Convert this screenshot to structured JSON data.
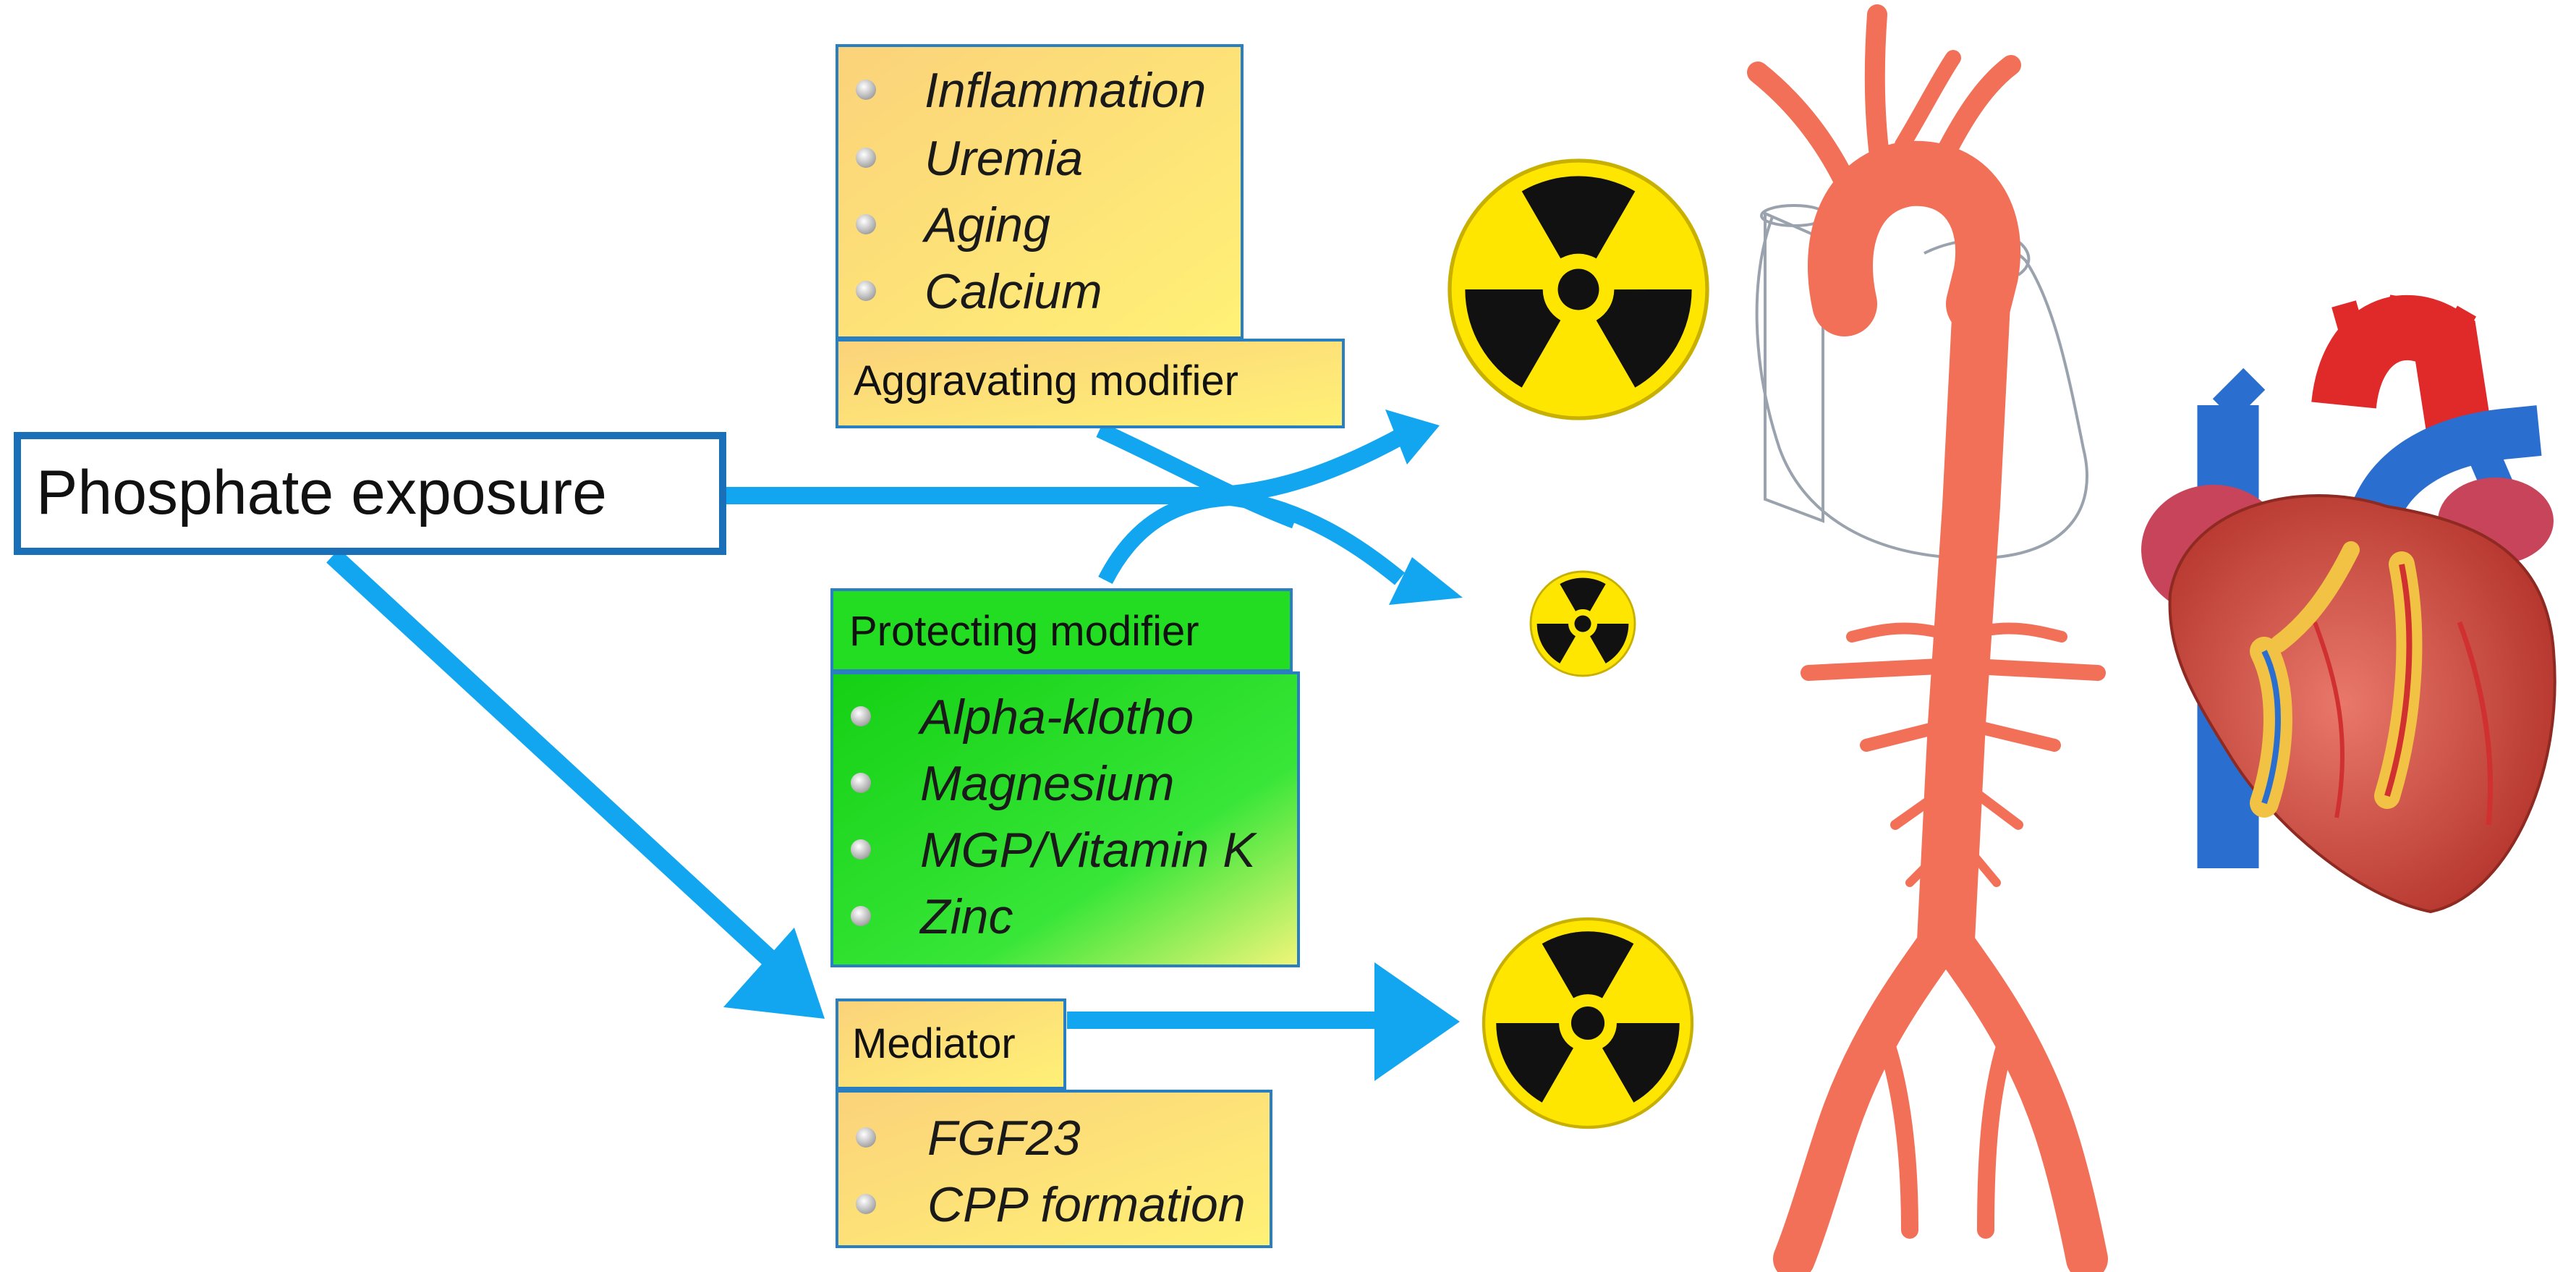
{
  "exposure": {
    "label": "Phosphate exposure"
  },
  "aggravating": {
    "title": "Aggravating modifier",
    "items": [
      "Inflammation",
      "Uremia",
      "Aging",
      "Calcium"
    ]
  },
  "protecting": {
    "title": "Protecting modifier",
    "items": [
      "Alpha-klotho",
      "Magnesium",
      "MGP/Vitamin K",
      "Zinc"
    ]
  },
  "mediator": {
    "title": "Mediator",
    "items": [
      "FGF23",
      "CPP formation"
    ]
  },
  "colors": {
    "arrow": "#12a6f0",
    "exposure_border": "#1a70b8",
    "yellow_box": "#fbe36a",
    "green_box": "#22dd22",
    "aorta": "#f27058",
    "vein": "#2a6fcf",
    "hazard_yellow": "#ffe600"
  },
  "icons": [
    "radiation-hazard-icon",
    "aorta-illustration",
    "heart-illustration"
  ]
}
